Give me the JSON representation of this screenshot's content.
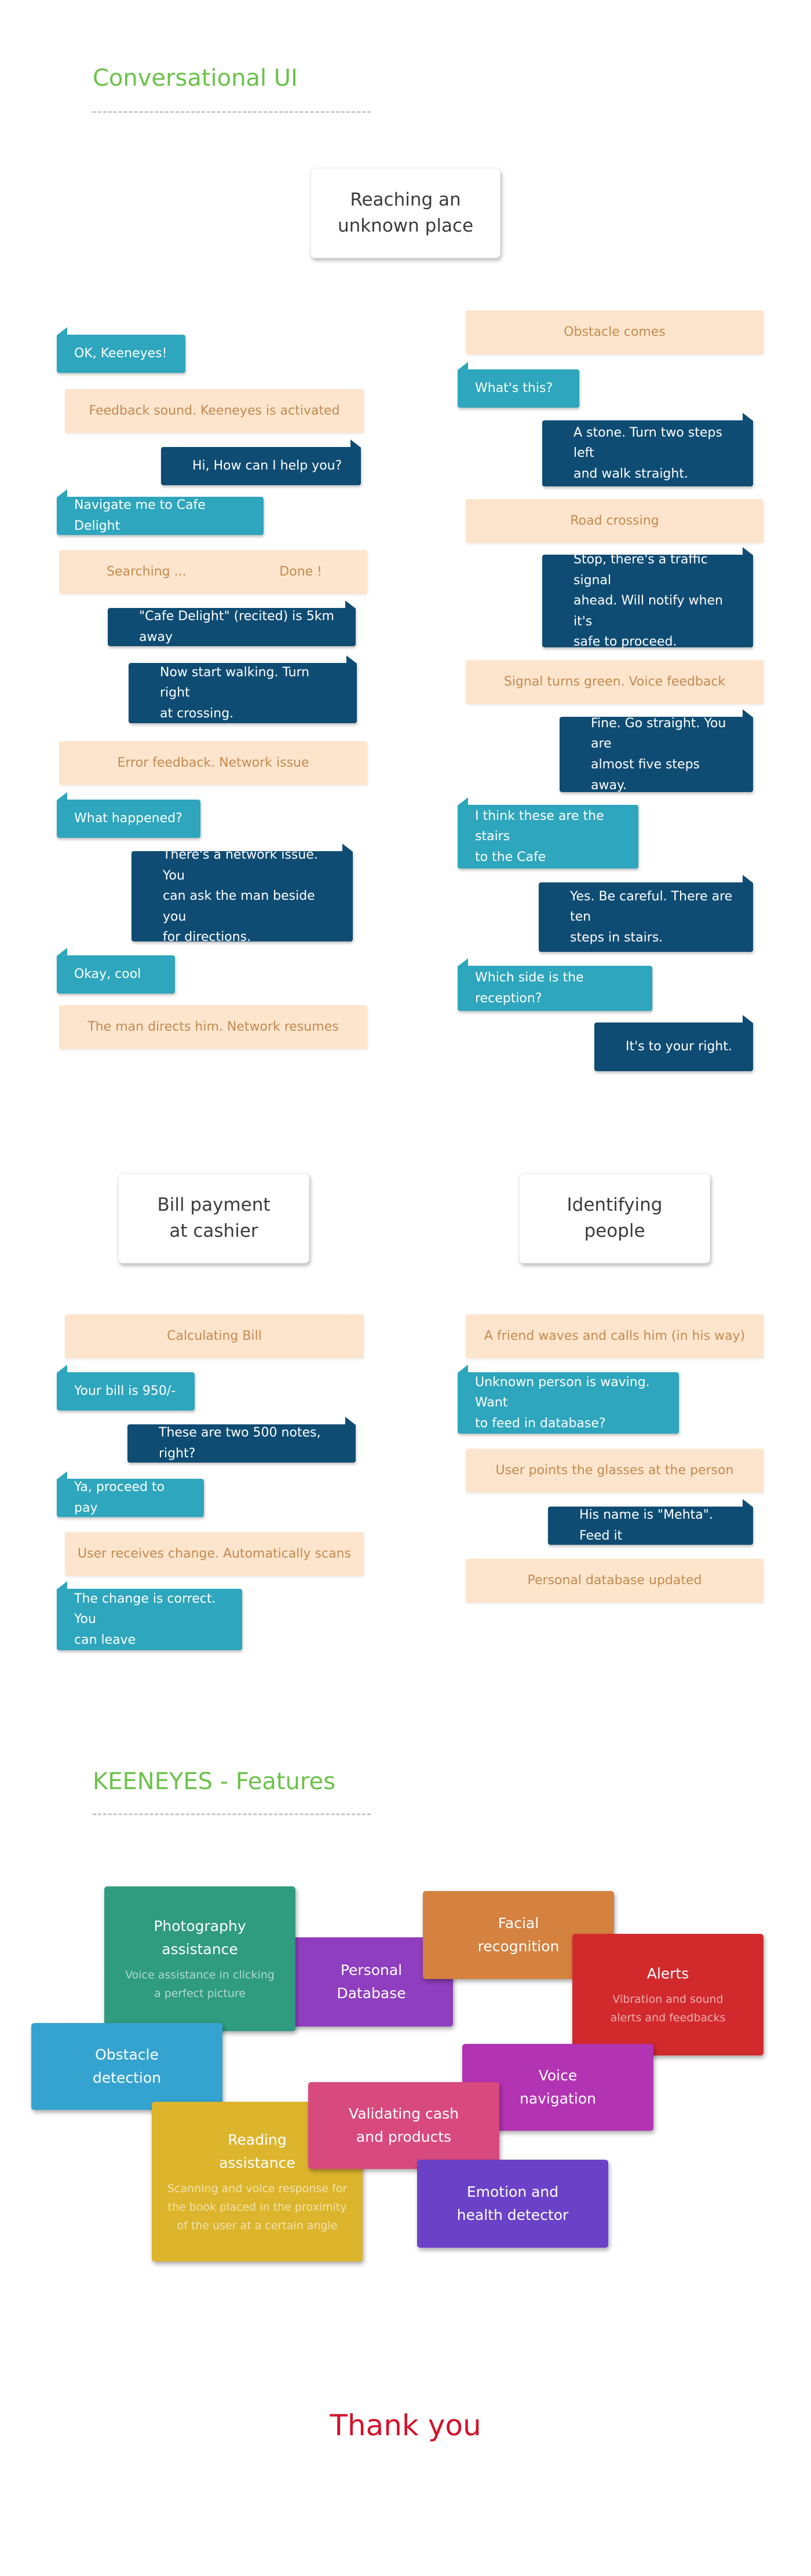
{
  "header": {
    "title": "Conversational UI"
  },
  "scenarios": {
    "reaching": "Reaching an\nunknown place",
    "bill": "Bill payment\nat cashier",
    "identifying": "Identifying\npeople"
  },
  "reaching_left": [
    {
      "role": "user",
      "text": "OK, Keeneyes!"
    },
    {
      "role": "event",
      "text": "Feedback sound. Keeneyes is activated"
    },
    {
      "role": "bot",
      "text": "Hi, How can I help you?"
    },
    {
      "role": "user",
      "text": "Navigate me to Cafe Delight"
    },
    {
      "role": "event",
      "text": "Searching ...",
      "text2": "Done !"
    },
    {
      "role": "bot",
      "text": "\"Cafe Delight\" (recited) is 5km away"
    },
    {
      "role": "bot",
      "text": "Now start walking. Turn right\nat crossing."
    },
    {
      "role": "event",
      "text": "Error feedback. Network issue"
    },
    {
      "role": "user",
      "text": "What happened?"
    },
    {
      "role": "bot",
      "text": "There's a network issue. You\ncan ask the man beside you\nfor directions."
    },
    {
      "role": "user",
      "text": "Okay, cool"
    },
    {
      "role": "event",
      "text": "The man directs him. Network resumes"
    }
  ],
  "reaching_right": [
    {
      "role": "event",
      "text": "Obstacle comes"
    },
    {
      "role": "user",
      "text": "What's this?"
    },
    {
      "role": "bot",
      "text": "A stone. Turn two steps left\nand walk straight."
    },
    {
      "role": "event",
      "text": "Road crossing"
    },
    {
      "role": "bot",
      "text": "Stop, there's a traffic signal\nahead. Will notify when it's\nsafe to proceed."
    },
    {
      "role": "event",
      "text": "Signal turns green. Voice feedback"
    },
    {
      "role": "bot",
      "text": "Fine. Go straight. You are\nalmost five steps away."
    },
    {
      "role": "user",
      "text": "I think these are the stairs\nto the Cafe"
    },
    {
      "role": "bot",
      "text": "Yes. Be careful. There are ten\nsteps in stairs."
    },
    {
      "role": "user",
      "text": "Which side is the reception?"
    },
    {
      "role": "bot",
      "text": "It's to your right."
    }
  ],
  "bill_chat": [
    {
      "role": "event",
      "text": "Calculating Bill"
    },
    {
      "role": "user",
      "text": "Your bill is 950/-"
    },
    {
      "role": "bot",
      "text": "These are two 500 notes, right?"
    },
    {
      "role": "user",
      "text": "Ya, proceed to pay"
    },
    {
      "role": "event",
      "text": "User receives change. Automatically scans"
    },
    {
      "role": "user",
      "text": "The change is correct. You\ncan leave"
    }
  ],
  "identify_chat": [
    {
      "role": "event",
      "text": "A friend waves and calls him (in his way)"
    },
    {
      "role": "user",
      "text": "Unknown person is waving. Want\nto feed in database?"
    },
    {
      "role": "event",
      "text": "User points the glasses at the person"
    },
    {
      "role": "bot",
      "text": "His name is \"Mehta\". Feed it"
    },
    {
      "role": "event",
      "text": "Personal database updated"
    }
  ],
  "features": {
    "title": "KEENEYES - Features",
    "items": [
      {
        "title": "Photography\nassistance",
        "desc": "Voice assistance in clicking\na perfect picture",
        "color": "#2f9b7f"
      },
      {
        "title": "Personal\nDatabase",
        "desc": "",
        "color": "#8f3ebf"
      },
      {
        "title": "Facial\nrecognition",
        "desc": "",
        "color": "#d5813f"
      },
      {
        "title": "Alerts",
        "desc": "Vibration and sound\nalerts and feedbacks",
        "color": "#d2292c"
      },
      {
        "title": "Obstacle\ndetection",
        "desc": "",
        "color": "#35a3d0"
      },
      {
        "title": "Voice\nnavigation",
        "desc": "",
        "color": "#b334b3"
      },
      {
        "title": "Reading\nassistance",
        "desc": "Scanning and voice response for\nthe book placed in the proximity\nof the user at a certain angle",
        "color": "#dcb52d"
      },
      {
        "title": "Validating cash\nand products",
        "desc": "",
        "color": "#d84a7d"
      },
      {
        "title": "Emotion and\nhealth detector",
        "desc": "",
        "color": "#6b42c7"
      }
    ]
  },
  "footer": {
    "thanks": "Thank you"
  },
  "colors": {
    "accent_green": "#6cc24a",
    "user_bubble": "#2ea6bd",
    "bot_bubble": "#0f4c73",
    "event_bg": "#fde5cd",
    "event_text": "#c48a4f",
    "thanks_red": "#d4112a"
  }
}
